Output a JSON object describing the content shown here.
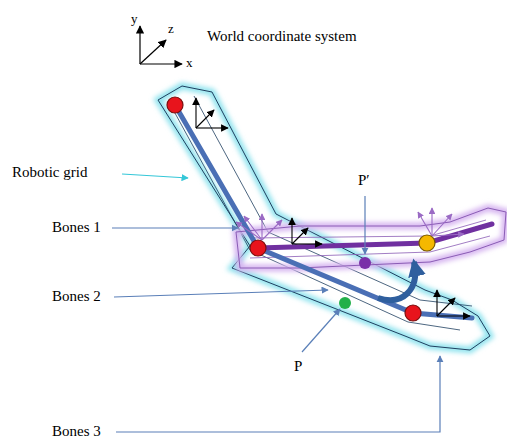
{
  "diagram": {
    "labels": [
      "y",
      "z",
      "x",
      "World coordinate system",
      "Robotic grid",
      "Bones 1",
      "Bones 2",
      "P′",
      "P",
      "Bones 3"
    ]
  }
}
